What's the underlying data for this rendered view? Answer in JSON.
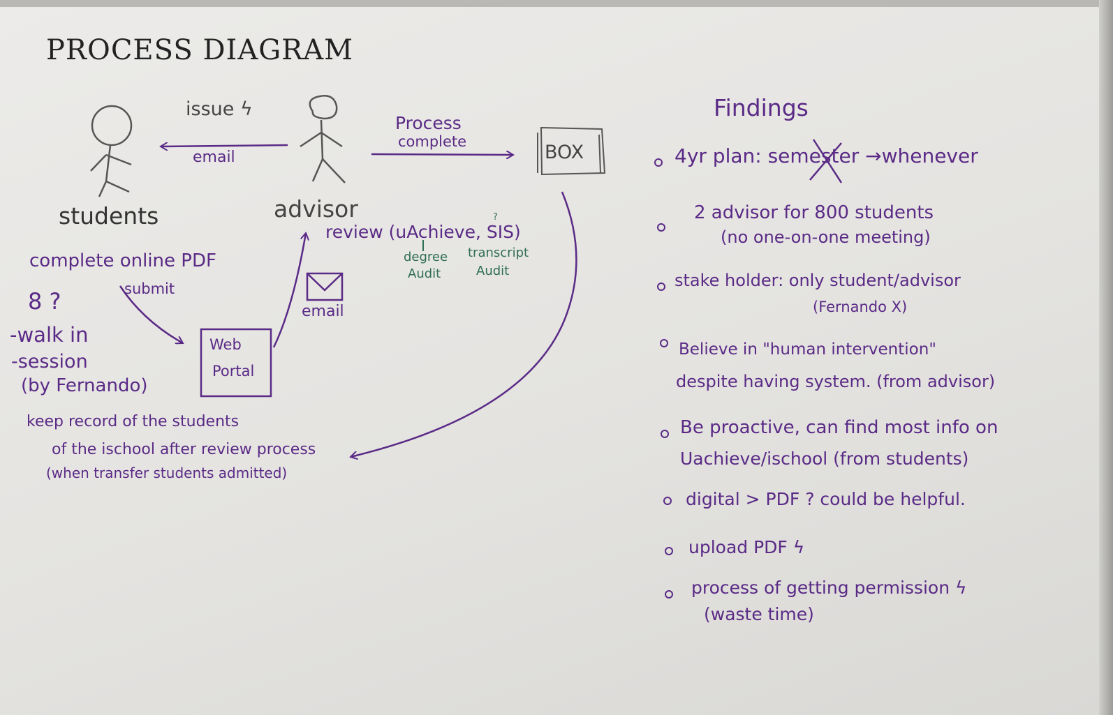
{
  "diagram": {
    "title": "PROCESS DIAGRAM",
    "actors": {
      "students": "students",
      "advisor": "advisor"
    },
    "box": "BOX",
    "web_portal": [
      "Web",
      "Portal"
    ],
    "arrows": {
      "issue": "issue ϟ",
      "email_top": "email",
      "process_complete": [
        "Process",
        "complete"
      ],
      "submit": "submit",
      "email_icon_label": "email"
    },
    "review": {
      "line": "review (uAchieve, SIS)",
      "sis_mark": "?",
      "degree_audit": [
        "degree",
        "Audit"
      ],
      "transcript_audit": [
        "transcript",
        "Audit"
      ]
    },
    "student_notes": {
      "complete": "complete online PDF",
      "icons": "8 ?",
      "walk_in": "-walk in",
      "session": "-session",
      "by": "(by Fernando)"
    },
    "record_notes": [
      "keep record of the students",
      "of the ischool after review process",
      "(when transfer students admitted)"
    ]
  },
  "findings": {
    "heading": "Findings",
    "items": [
      {
        "lines": [
          "4yr plan: semester →whenever"
        ]
      },
      {
        "lines": [
          "2 advisor for 800 students",
          "(no one-on-one meeting)"
        ]
      },
      {
        "lines": [
          "stake holder: only student/advisor",
          "(Fernando X)"
        ]
      },
      {
        "lines": [
          "Believe in \"human intervention\"",
          "despite having system. (from advisor)"
        ]
      },
      {
        "lines": [
          "Be proactive, can find most info on",
          "Uachieve/ischool (from students)"
        ]
      },
      {
        "lines": [
          "digital > PDF ? could be helpful."
        ]
      },
      {
        "lines": [
          "upload PDF ϟ"
        ]
      },
      {
        "lines": [
          "process of getting permission ϟ",
          "(waste time)"
        ]
      }
    ]
  },
  "colors": {
    "marker_purple": "#5a2a86",
    "marker_green": "#2f6d57",
    "marker_black": "#222222",
    "board": "#e6e5e2"
  }
}
